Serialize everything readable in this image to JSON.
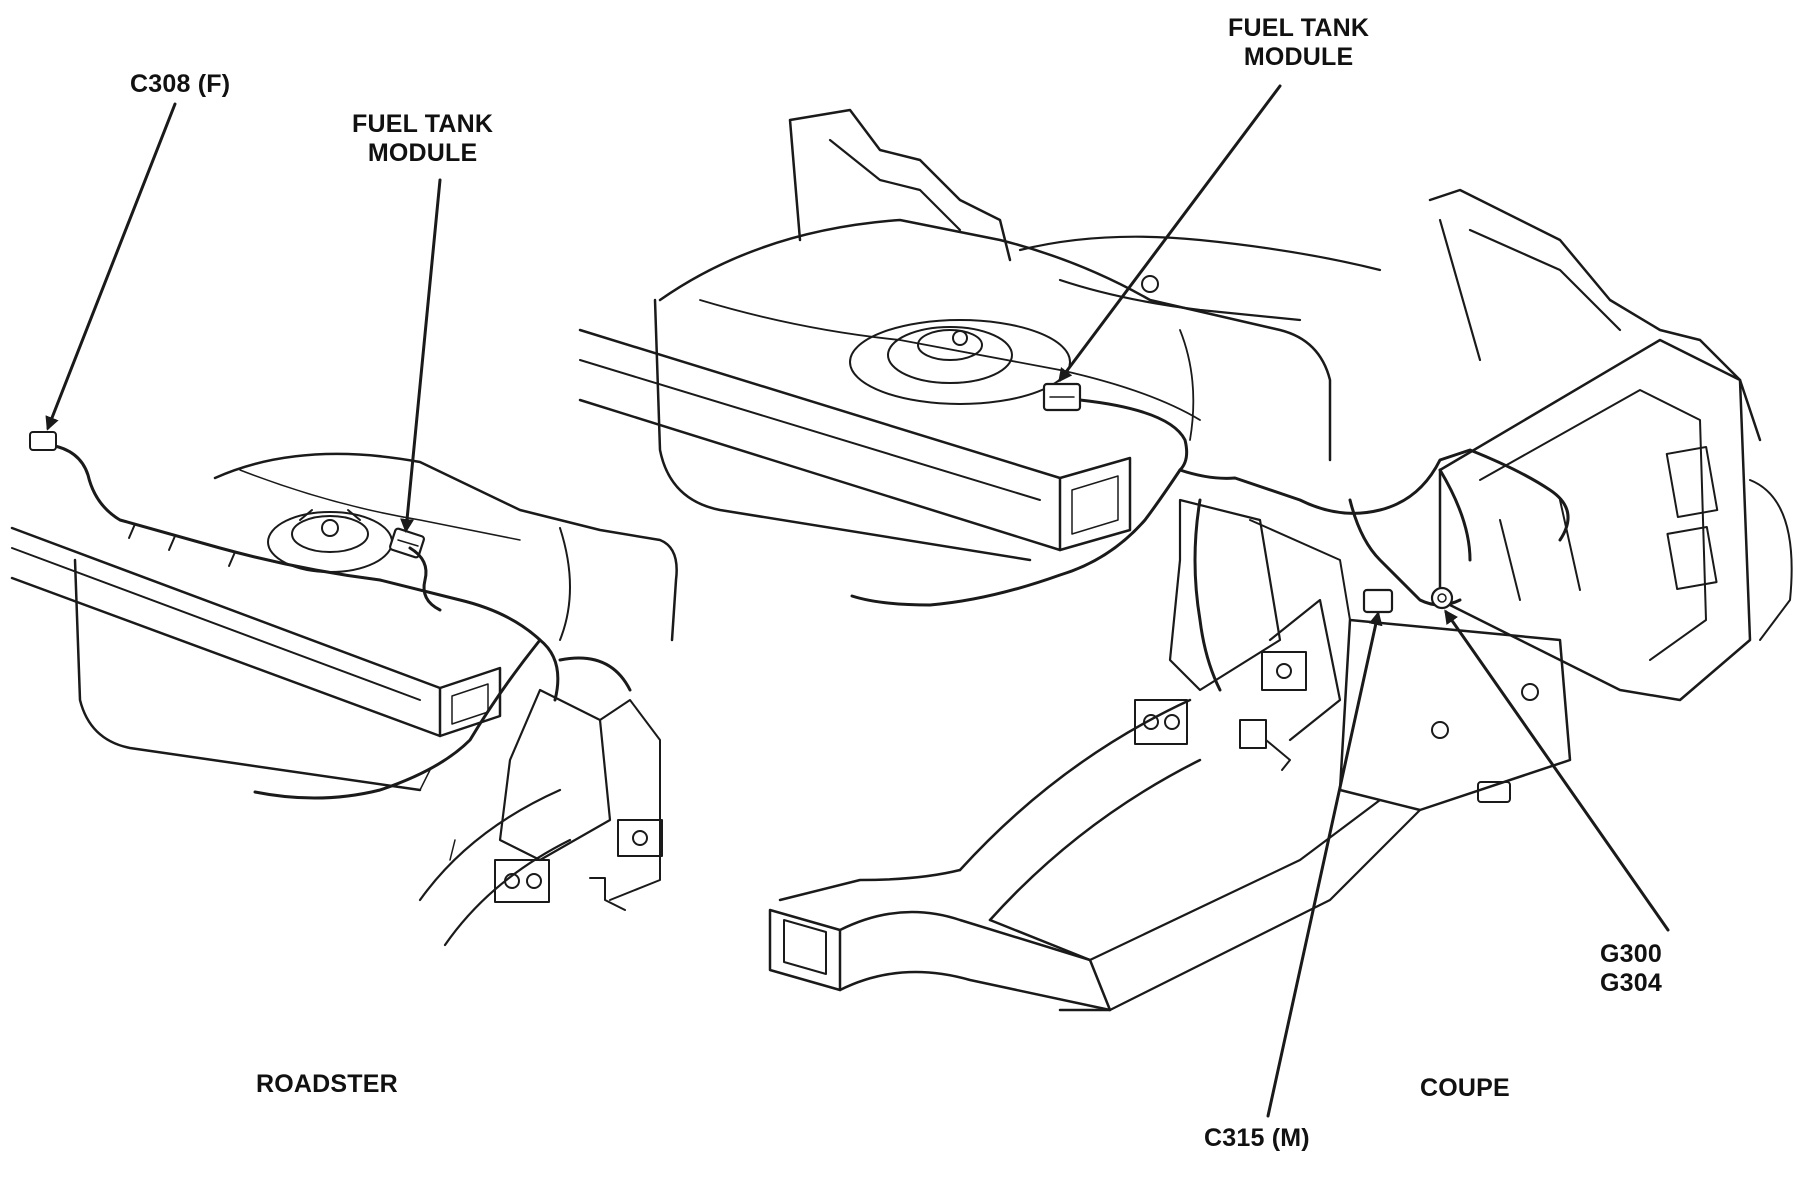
{
  "callouts": {
    "roadster_connector": "C308 (F)",
    "roadster_module_line1": "FUEL TANK",
    "roadster_module_line2": "MODULE",
    "coupe_module_line1": "FUEL TANK",
    "coupe_module_line2": "MODULE",
    "coupe_ground_line1": "G300",
    "coupe_ground_line2": "G304",
    "coupe_connector": "C315 (M)"
  },
  "captions": {
    "left": "ROADSTER",
    "right": "COUPE"
  },
  "colors": {
    "ink": "#1a1a1a",
    "background": "#ffffff"
  }
}
